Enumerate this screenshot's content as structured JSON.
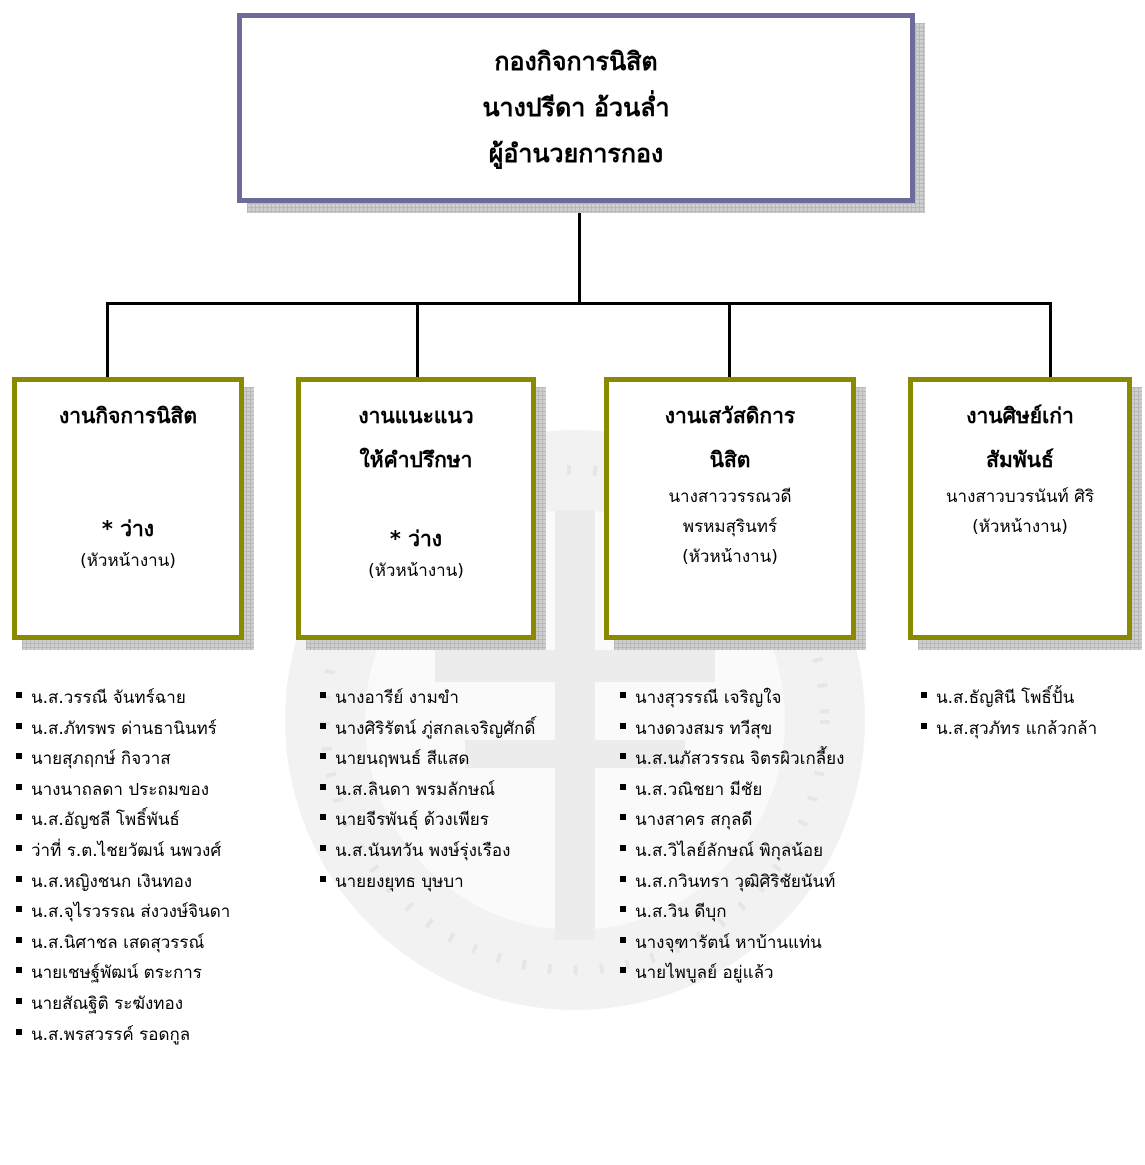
{
  "top": {
    "lines": [
      "กองกิจการนิสิต",
      "นางปรีดา อ้วนล่ำ",
      "ผู้อำนวยการกอง"
    ]
  },
  "departments": [
    {
      "title_lines": [
        "งานกิจการนิสิต"
      ],
      "head": "* ว่าง",
      "role": "(หัวหน้างาน)",
      "members": [
        "น.ส.วรรณี  จันทร์ฉาย",
        "น.ส.ภัทรพร ด่านธานินทร์",
        "นายสุภฤกษ์  กิจวาส",
        "นางนาถลดา ประถมของ",
        "น.ส.อัญชลี  โพธิ์พันธ์",
        "ว่าที่ ร.ต.ไชยวัฒน์  นพวงศ์",
        "น.ส.หญิงชนก  เงินทอง",
        "น.ส.จุไรวรรณ  ส่งวงษ์จินดา",
        "น.ส.นิศาชล  เสดสุวรรณ์",
        "นายเชษฐ์พัฒน์  ตระการ",
        "นายสัณฐิติ  ระฆังทอง",
        "น.ส.พรสวรรค์  รอดกูล"
      ]
    },
    {
      "title_lines": [
        "งานแนะแนว",
        "ให้คำปรึกษา"
      ],
      "head": "* ว่าง",
      "role": "(หัวหน้างาน)",
      "members": [
        "นางอารีย์  งามขำ",
        "นางศิริรัตน์ ภู่สกลเจริญศักดิ์",
        "นายนฤพนธ์  สีแสด",
        "น.ส.ลินดา  พรมลักษณ์",
        "นายจีรพันธุ์  ด้วงเพียร",
        "น.ส.นันทวัน  พงษ์รุ่งเรือง",
        "นายยงยุทธ  บุษบา"
      ]
    },
    {
      "title_lines": [
        "งานเสวัสดิการ",
        "นิสิต"
      ],
      "head_lines": [
        "นางสาววรรณวดี",
        "พรหมสุรินทร์"
      ],
      "role": "(หัวหน้างาน)",
      "members": [
        "นางสุวรรณี  เจริญใจ",
        "นางดวงสมร  ทวีสุข",
        "น.ส.นภัสวรรณ จิตรผิวเกลี้ยง",
        "น.ส.วณิชยา  มีชัย",
        "นางสาคร  สกุลดี",
        "น.ส.วิไลย์ลักษณ์  พิกุลน้อย",
        "น.ส.กวินทรา  วุฒิศิริชัยนันท์",
        "น.ส.วิน  ดีบุก",
        "นางจุฑารัตน์  หาบ้านแท่น",
        "นายไพบูลย์  อยู่แล้ว"
      ]
    },
    {
      "title_lines": [
        "งานศิษย์เก่า",
        "สัมพันธ์"
      ],
      "head_lines": [
        "นางสาวบวรนันท์ ศิริ"
      ],
      "role": "(หัวหน้างาน)",
      "members": [
        "น.ส.ธัญสินี  โพธิ์ปั้น",
        "น.ส.สุวภัทร แกล้วกล้า"
      ]
    }
  ]
}
